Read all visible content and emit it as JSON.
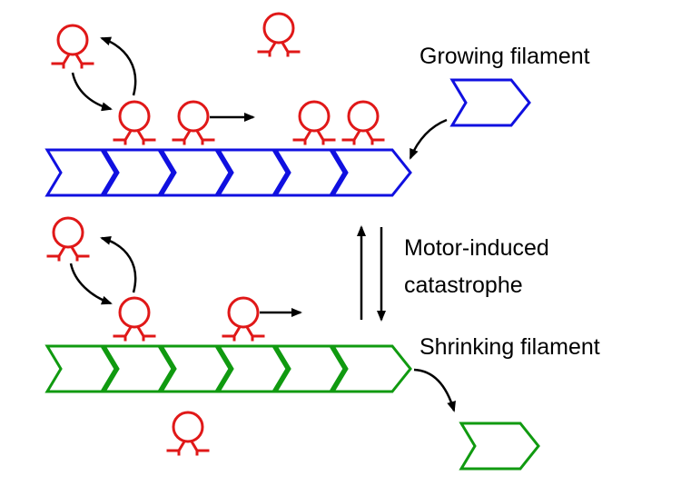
{
  "labels": {
    "growing": "Growing filament",
    "shrinking": "Shrinking filament",
    "process_line1": "Motor-induced",
    "process_line2": "catastrophe"
  },
  "colors": {
    "growing_filament": "#1010e0",
    "shrinking_filament": "#109a10",
    "motor": "#e01818",
    "arrow": "#000000"
  },
  "filaments": {
    "growing": {
      "segments": 6,
      "free_segment": true
    },
    "shrinking": {
      "segments": 6,
      "free_segment": true
    }
  },
  "motors": {
    "bound_growing": 4,
    "free_growing": 2,
    "bound_shrinking": 2,
    "free_shrinking": 2
  }
}
